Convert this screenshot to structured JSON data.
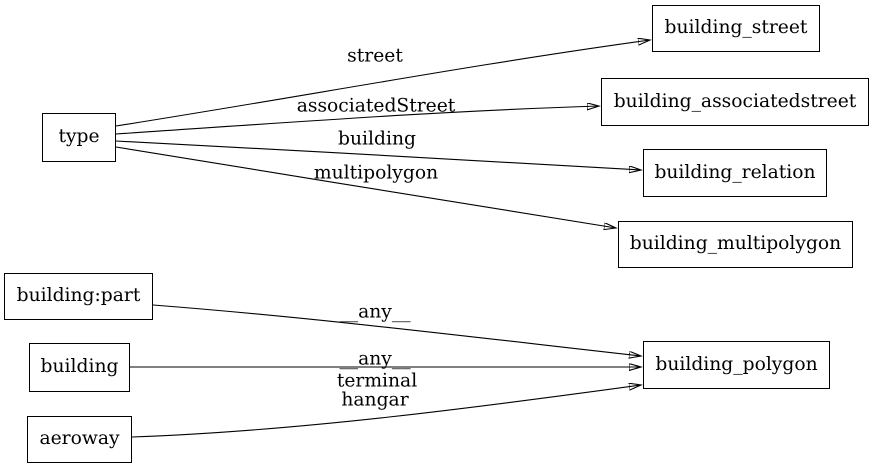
{
  "diagram": {
    "kind": "directed-graph",
    "colors": {
      "background": "#ffffff",
      "node_fill": "#ffffff",
      "stroke": "#000000",
      "text": "#000000"
    },
    "nodes": [
      {
        "id": "type",
        "label": "type"
      },
      {
        "id": "building_street",
        "label": "building_street"
      },
      {
        "id": "building_associatedstreet",
        "label": "building_associatedstreet"
      },
      {
        "id": "building_relation",
        "label": "building_relation"
      },
      {
        "id": "building_multipolygon",
        "label": "building_multipolygon"
      },
      {
        "id": "building:part",
        "label": "building:part"
      },
      {
        "id": "building",
        "label": "building"
      },
      {
        "id": "aeroway",
        "label": "aeroway"
      },
      {
        "id": "building_polygon",
        "label": "building_polygon"
      }
    ],
    "edges": [
      {
        "from": "type",
        "to": "building_street",
        "labels": [
          "street"
        ]
      },
      {
        "from": "type",
        "to": "building_associatedstreet",
        "labels": [
          "associatedStreet"
        ]
      },
      {
        "from": "type",
        "to": "building_relation",
        "labels": [
          "building"
        ]
      },
      {
        "from": "type",
        "to": "building_multipolygon",
        "labels": [
          "multipolygon"
        ]
      },
      {
        "from": "building:part",
        "to": "building_polygon",
        "labels": [
          "__any__"
        ]
      },
      {
        "from": "building",
        "to": "building_polygon",
        "labels": [
          "__any__"
        ]
      },
      {
        "from": "aeroway",
        "to": "building_polygon",
        "labels": [
          "terminal",
          "hangar"
        ]
      }
    ]
  }
}
